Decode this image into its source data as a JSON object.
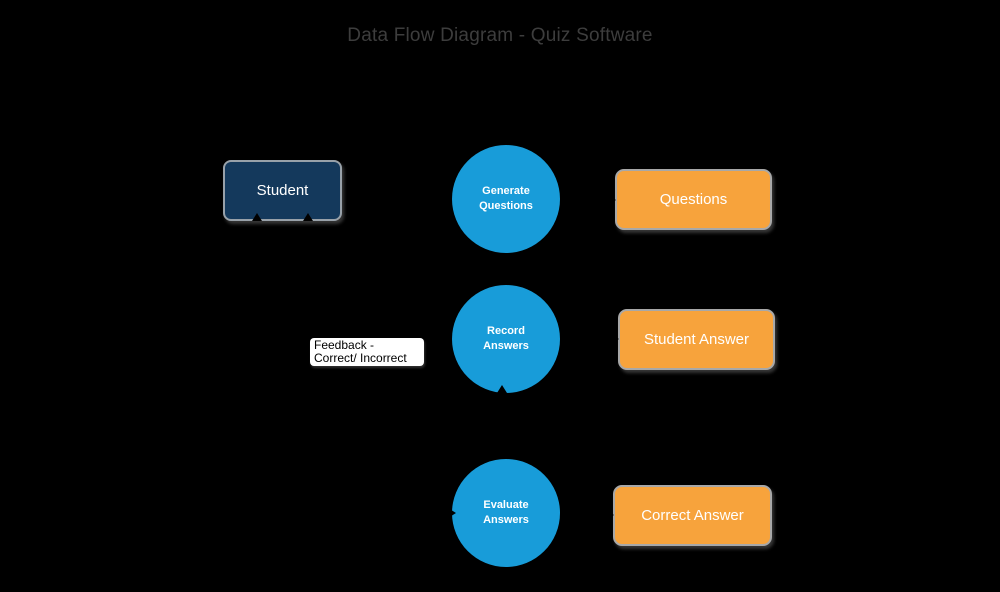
{
  "title": "Data Flow Diagram - Quiz Software",
  "colors": {
    "background": "#000000",
    "title_text": "#3D3D3D",
    "entity_fill": "#14395C",
    "process_fill": "#189CD9",
    "store_fill": "#F7A33C",
    "shape_border": "#A8A8A8",
    "shape_text": "#FFFFFF",
    "flow_label_bg": "#FFFFFF",
    "flow_label_text": "#000000"
  },
  "diagram": {
    "entity": {
      "label": "Student"
    },
    "processes": [
      {
        "label": "Generate\nQuestions"
      },
      {
        "label": "Record\nAnswers"
      },
      {
        "label": "Evaluate\nAnswers"
      }
    ],
    "stores": [
      {
        "label": "Questions"
      },
      {
        "label": "Student Answer"
      },
      {
        "label": "Correct Answer"
      }
    ],
    "flow_label": "Feedback -\nCorrect/ Incorrect"
  }
}
